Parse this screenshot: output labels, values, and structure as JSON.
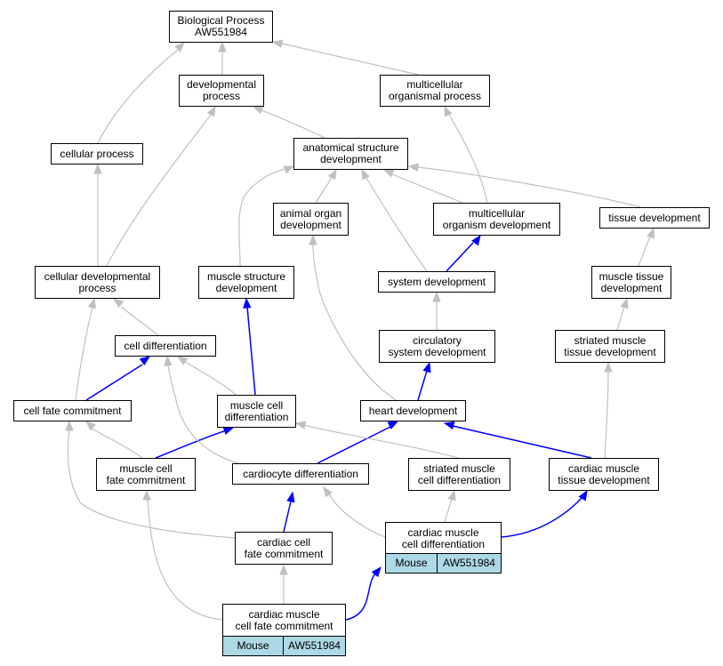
{
  "nodes": {
    "biological_process": "Biological Process\nAW551984",
    "developmental_process": "developmental\nprocess",
    "multicellular_organismal_process": "multicellular\norganismal process",
    "cellular_process": "cellular process",
    "anatomical_structure_development": "anatomical structure\ndevelopment",
    "animal_organ_development": "animal organ\ndevelopment",
    "multicellular_organism_development": "multicellular\norganism development",
    "tissue_development": "tissue development",
    "cellular_developmental_process": "cellular developmental\nprocess",
    "muscle_structure_development": "muscle structure\ndevelopment",
    "system_development": "system development",
    "muscle_tissue_development": "muscle tissue\ndevelopment",
    "cell_differentiation": "cell differentiation",
    "circulatory_system_development": "circulatory\nsystem development",
    "striated_muscle_tissue_development": "striated muscle\ntissue development",
    "cell_fate_commitment": "cell fate commitment",
    "muscle_cell_differentiation": "muscle cell\ndifferentiation",
    "heart_development": "heart development",
    "muscle_cell_fate_commitment": "muscle cell\nfate commitment",
    "cardiocyte_differentiation": "cardiocyte differentiation",
    "striated_muscle_cell_differentiation": "striated muscle\ncell differentiation",
    "cardiac_muscle_tissue_development": "cardiac muscle\ntissue development",
    "cardiac_cell_fate_commitment": "cardiac cell\nfate commitment"
  },
  "annotated_nodes": {
    "cardiac_muscle_cell_differentiation": {
      "title": "cardiac muscle\ncell differentiation",
      "species": "Mouse",
      "gene": "AW551984"
    },
    "cardiac_muscle_cell_fate_commitment": {
      "title": "cardiac muscle\ncell fate commitment",
      "species": "Mouse",
      "gene": "AW551984"
    }
  },
  "colors": {
    "inferred_edge": "#c0c0c0",
    "direct_edge": "#0000ff",
    "annotation_cell": "#add8e6"
  }
}
